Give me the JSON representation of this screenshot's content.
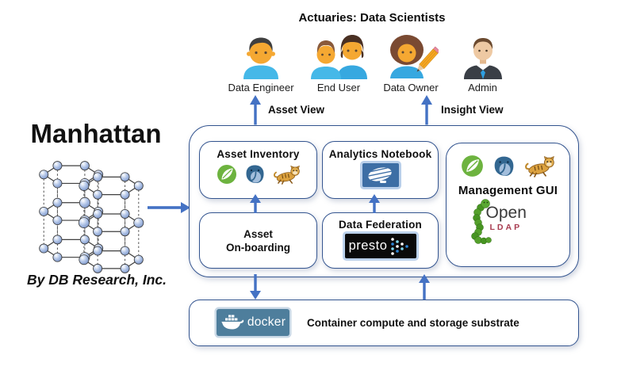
{
  "brand": {
    "name": "Manhattan",
    "byline": "By DB Research, Inc."
  },
  "header": {
    "title": "Actuaries: Data Scientists"
  },
  "personas": [
    {
      "label": "Data Engineer"
    },
    {
      "label": "End User"
    },
    {
      "label": "Data Owner"
    },
    {
      "label": "Admin"
    }
  ],
  "views": {
    "asset": "Asset View",
    "insight": "Insight View"
  },
  "modules": {
    "asset_inventory": {
      "title": "Asset Inventory",
      "icons": [
        "spring",
        "postgresql",
        "tomcat"
      ]
    },
    "analytics_notebook": {
      "title": "Analytics Notebook",
      "icons": [
        "zeppelin"
      ]
    },
    "management_gui": {
      "title": "Management GUI",
      "icons": [
        "spring",
        "postgresql",
        "tomcat",
        "openldap"
      ]
    },
    "asset_onboarding": {
      "line1": "Asset",
      "line2": "On-boarding"
    },
    "data_federation": {
      "title": "Data Federation",
      "icons": [
        "presto"
      ]
    }
  },
  "logos": {
    "presto": "presto",
    "docker": "docker",
    "openldap_open": "Open",
    "openldap_ldap": "LDAP"
  },
  "substrate": {
    "label": "Container compute and storage substrate"
  },
  "icons": {
    "data_engineer": "male-person",
    "end_user": "two-people",
    "data_owner": "female-person-with-pencil",
    "admin": "businessman-suit-tie",
    "spring": "spring-leaf",
    "postgresql": "postgres-elephant",
    "tomcat": "tomcat-cat",
    "zeppelin": "zeppelin-airship",
    "presto": "presto-dots-arrow",
    "openldap": "openldap-caterpillar",
    "docker": "docker-whale",
    "lattice": "crystal-lattice"
  },
  "colors": {
    "arrow_blue": "#4472C4",
    "border_blue": "#33548F",
    "spring_green": "#6DB33F",
    "postgres_blue": "#336791",
    "tomcat_tan": "#DCA23F",
    "docker_bg": "#4E7E9C",
    "presto_bg": "#0A0A0A",
    "openldap_green": "#54A02B",
    "openldap_red": "#A83C50",
    "shirt_blue": "#45B8E8",
    "skin": "#F5A832"
  }
}
